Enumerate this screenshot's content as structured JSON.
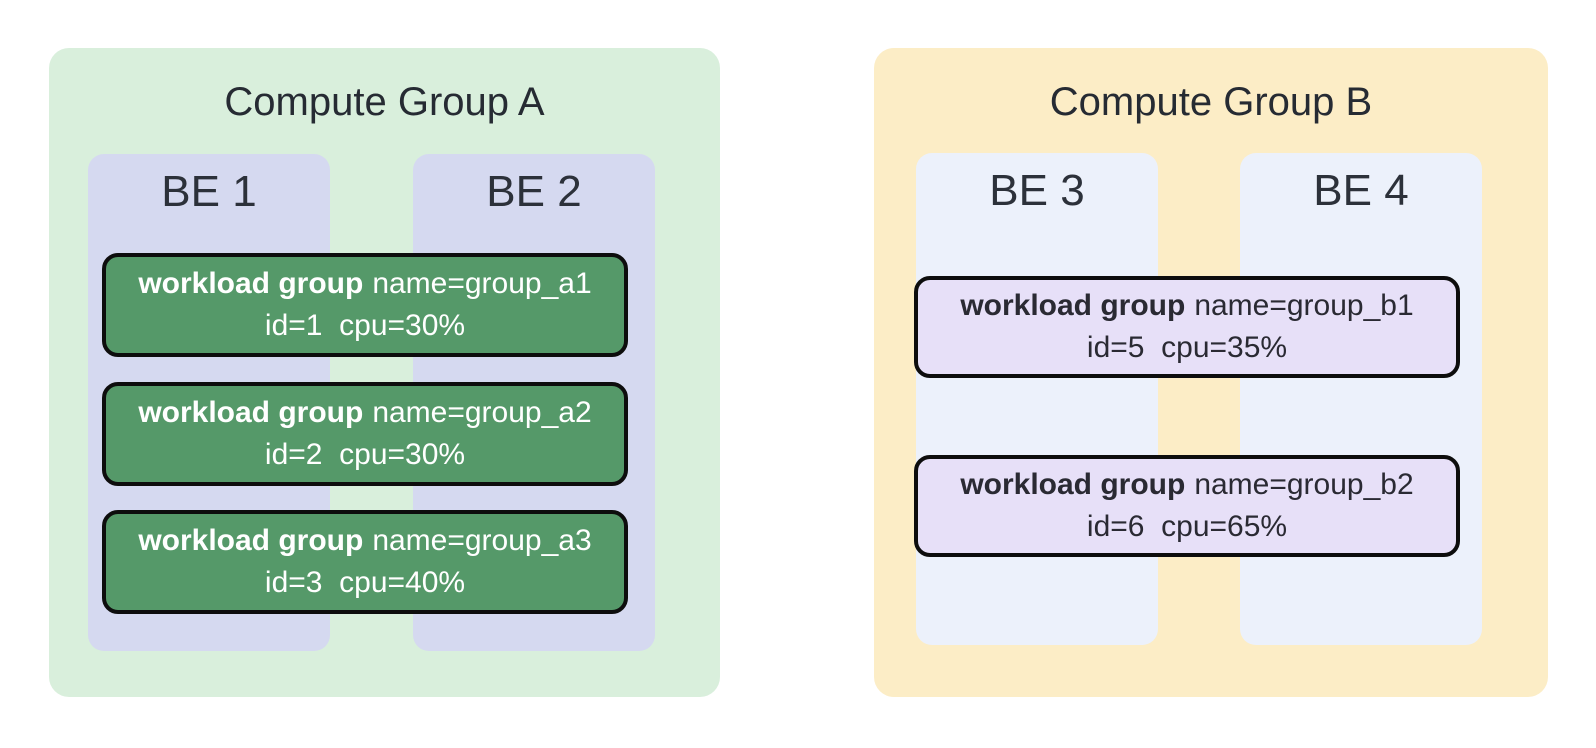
{
  "canvas": {
    "background": "#ffffff"
  },
  "groups": [
    {
      "title": "Compute Group A",
      "panel_bg": "#d9efdc",
      "backend_bg": "#d5d9f0",
      "workload_bg": "#559969",
      "workload_text": "#ffffff",
      "border_color": "#0d0d0d",
      "backends": [
        {
          "label": "BE 1"
        },
        {
          "label": "BE 2"
        }
      ],
      "workloads": [
        {
          "keyword": "workload group",
          "name": "name=group_a1",
          "detail": "id=1  cpu=30%"
        },
        {
          "keyword": "workload group",
          "name": "name=group_a2",
          "detail": "id=2  cpu=30%"
        },
        {
          "keyword": "workload group",
          "name": "name=group_a3",
          "detail": "id=3  cpu=40%"
        }
      ]
    },
    {
      "title": "Compute Group B",
      "panel_bg": "#fcedc6",
      "backend_bg": "#ecf1fb",
      "workload_bg": "#e7e0f8",
      "workload_text": "#2a2a33",
      "border_color": "#0d0d0d",
      "backends": [
        {
          "label": "BE 3"
        },
        {
          "label": "BE 4"
        }
      ],
      "workloads": [
        {
          "keyword": "workload group",
          "name": "name=group_b1",
          "detail": "id=5  cpu=35%"
        },
        {
          "keyword": "workload group",
          "name": "name=group_b2",
          "detail": "id=6  cpu=65%"
        }
      ]
    }
  ]
}
